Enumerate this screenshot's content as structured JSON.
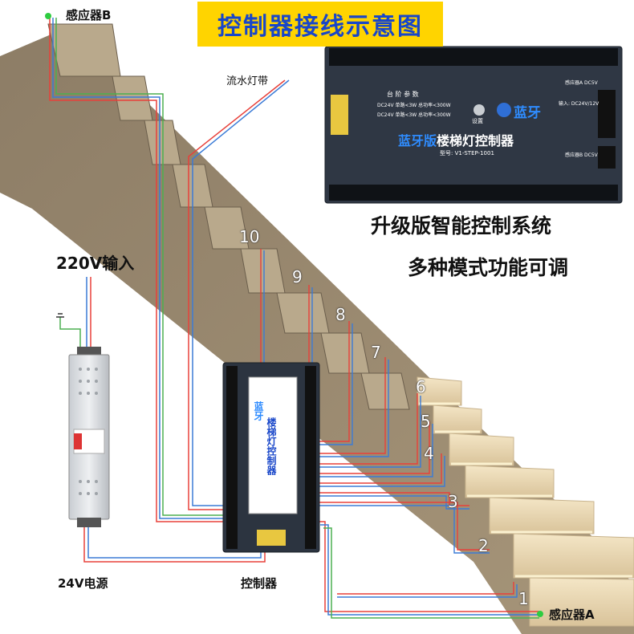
{
  "title": "控制器接线示意图",
  "labels": {
    "sensor_b": "感应器B",
    "sensor_a": "感应器A",
    "led_strip": "流水灯带",
    "input_220v": "220V输入",
    "power_24v": "24V电源",
    "controller": "控制器"
  },
  "headline": {
    "line1": "升级版智能控制系统",
    "line2": "多种模式功能可调"
  },
  "product": {
    "brand": "蓝牙",
    "name_prefix": "蓝牙版",
    "name": "楼梯灯控制器",
    "model": "型号: V1-STEP-1001",
    "params_title": "台 阶 参 数",
    "param1": "DC24V 单路<3W 总功率<300W",
    "param2": "DC24V 单路<3W 总功率<300W",
    "settings": "设置",
    "side_text": "输入: DC24V/12V",
    "sensor_tag_a": "感应器A DC5V",
    "sensor_tag_b": "感应器B DC5V"
  },
  "steps": [
    "1",
    "2",
    "3",
    "4",
    "5",
    "6",
    "7",
    "8",
    "9",
    "10"
  ],
  "colors": {
    "title_bg": "#ffd400",
    "title_text": "#1846c9",
    "controller_body": "#2c3440",
    "wire_red": "#e8403a",
    "wire_blue": "#3b7bd6",
    "wire_green": "#4caf50",
    "stair_wall": "#9a8a72",
    "stair_step": "#e8d8b8"
  }
}
